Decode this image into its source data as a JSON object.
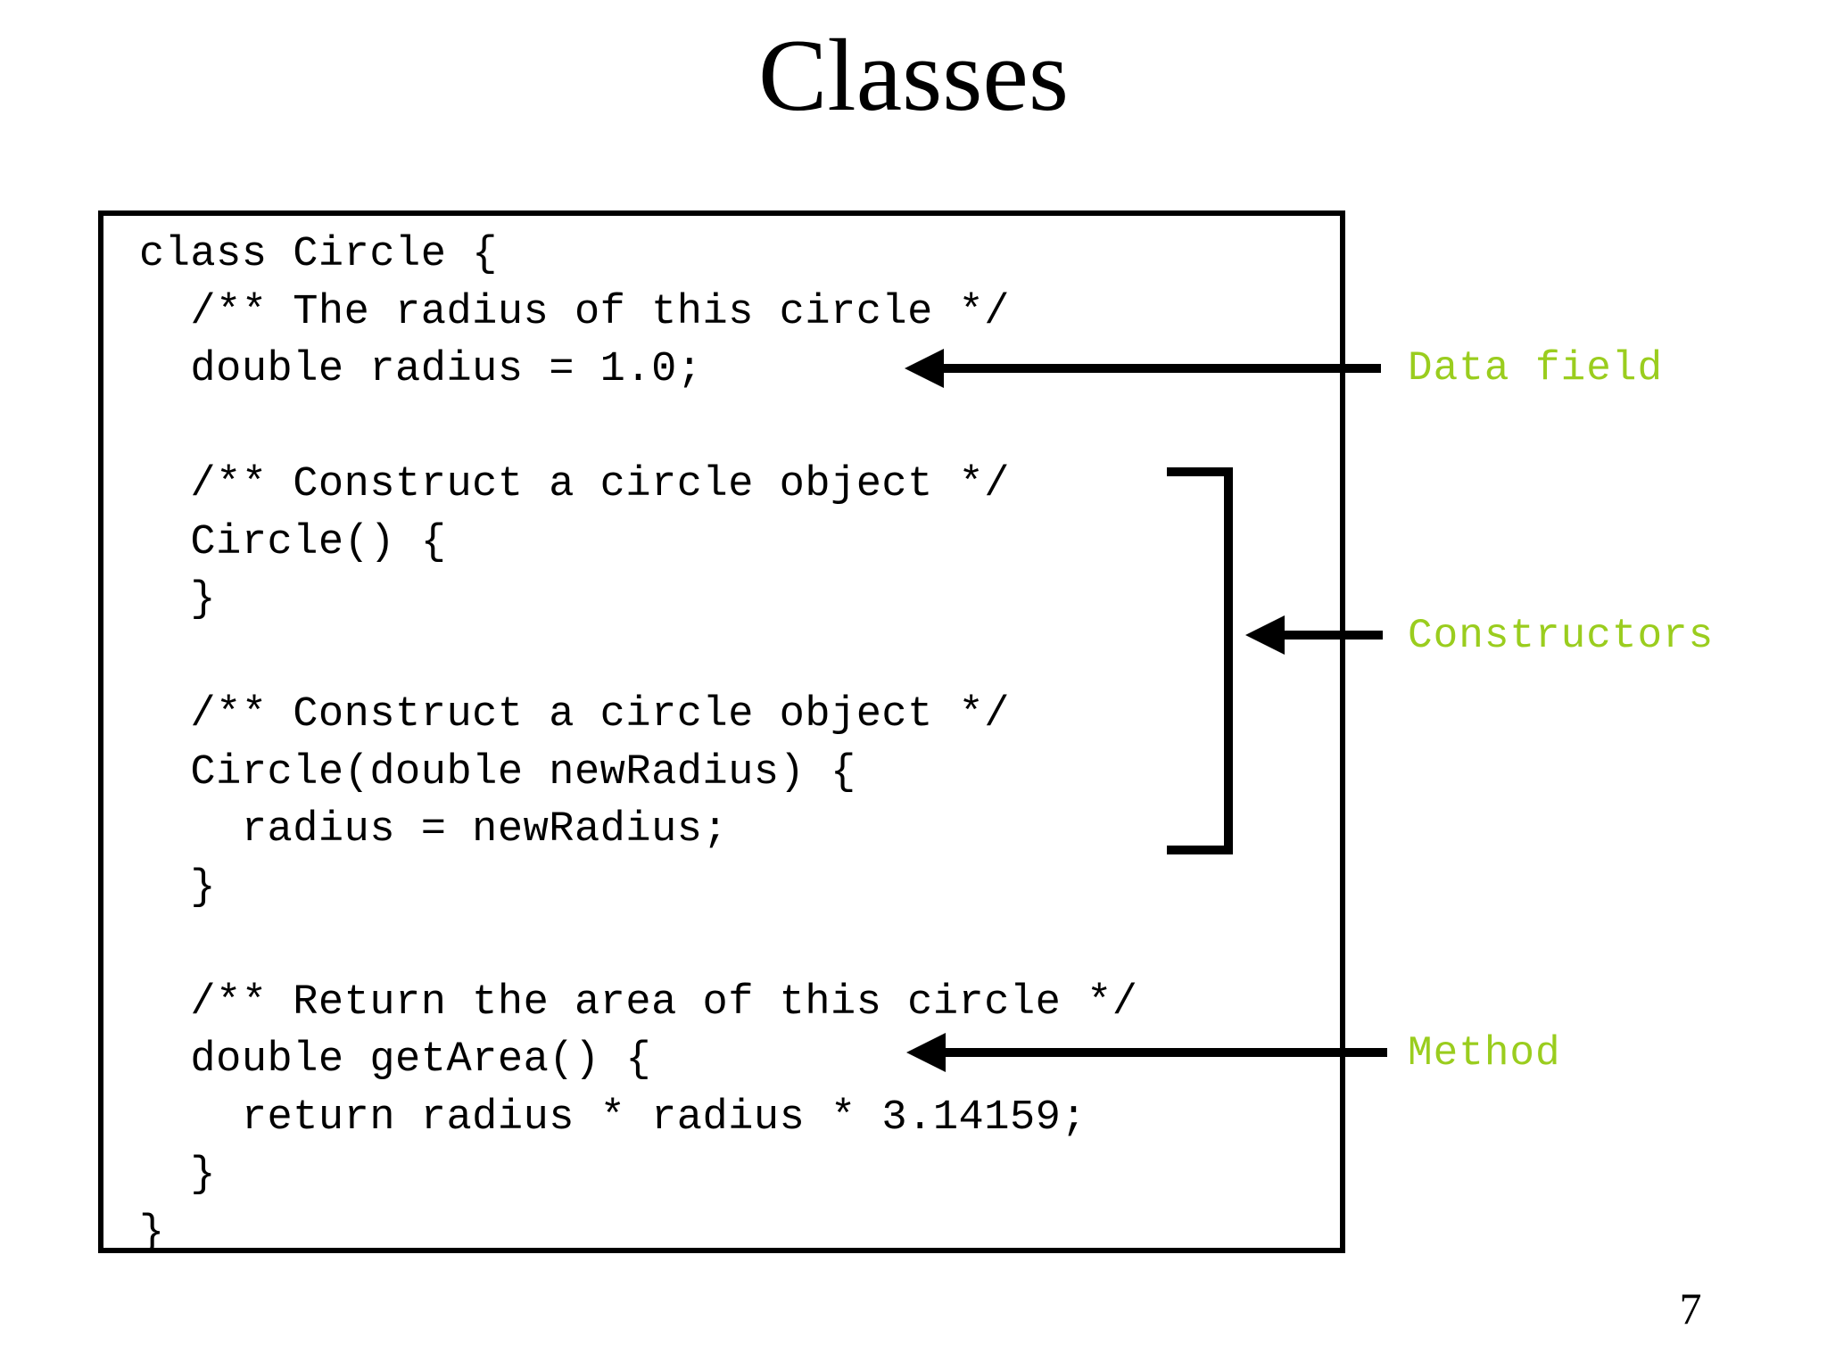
{
  "slide": {
    "title": "Classes",
    "page_number": "7"
  },
  "code": {
    "language": "java",
    "listing": "class Circle {\n  /** The radius of this circle */\n  double radius = 1.0;\n\n  /** Construct a circle object */\n  Circle() {\n  }\n\n  /** Construct a circle object */\n  Circle(double newRadius) {\n    radius = newRadius;\n  }\n\n  /** Return the area of this circle */\n  double getArea() {\n    return radius * radius * 3.14159;\n  }\n}",
    "lines": [
      "class Circle {",
      "  /** The radius of this circle */",
      "  double radius = 1.0;",
      "",
      "  /** Construct a circle object */",
      "  Circle() {",
      "  }",
      "",
      "  /** Construct a circle object */",
      "  Circle(double newRadius) {",
      "    radius = newRadius;",
      "  }",
      "",
      "  /** Return the area of this circle */",
      "  double getArea() {",
      "    return radius * radius * 3.14159;",
      "  }",
      "}"
    ]
  },
  "annotations": {
    "color": "#9ACD1E",
    "items": [
      {
        "label": "Data field",
        "target": "double radius = 1.0;"
      },
      {
        "label": "Constructors",
        "target": "Circle() and Circle(double newRadius)"
      },
      {
        "label": "Method",
        "target": "double getArea()"
      }
    ]
  }
}
